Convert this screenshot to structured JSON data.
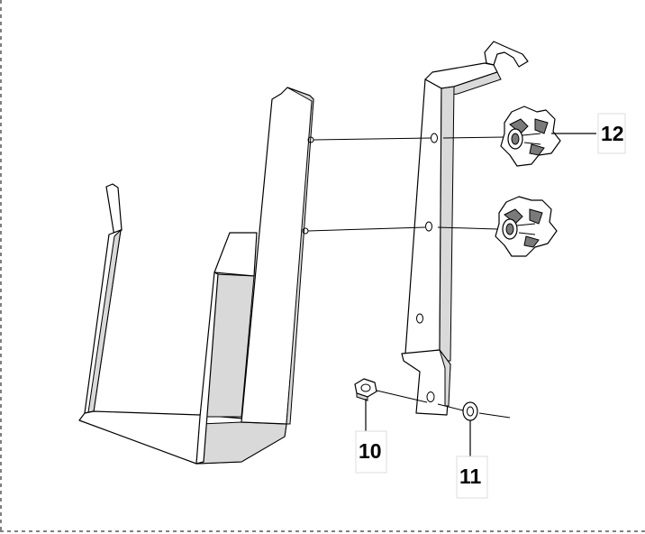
{
  "callouts": {
    "nut": "10",
    "washer": "11",
    "knob": "12"
  }
}
